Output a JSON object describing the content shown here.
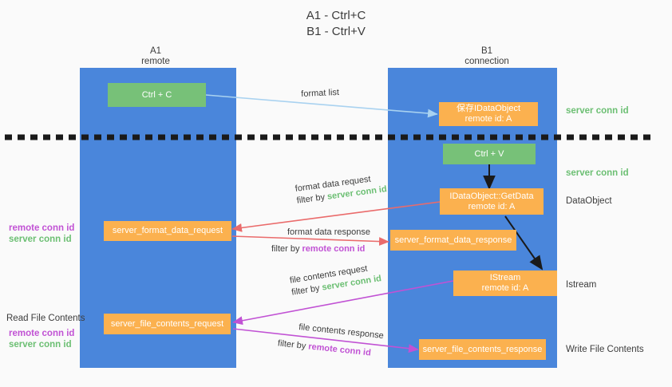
{
  "title": "A1 - Ctrl+C\nB1 - Ctrl+V",
  "columns": {
    "left": {
      "name": "A1",
      "sub": "remote",
      "label": "A1\nremote"
    },
    "right": {
      "name": "B1",
      "sub": "connection",
      "label": "B1\nconnection"
    }
  },
  "colors": {
    "lane": "#4a86db",
    "green_box": "#77c178",
    "orange_box": "#fbb14f",
    "background": "#fafafa",
    "arrow_blue": "#a9d2f0",
    "arrow_red": "#ea6b6b",
    "arrow_magenta": "#c152d4",
    "arrow_black": "#1a1a1a",
    "text_green": "#6cbf73",
    "text_purple": "#c152d4",
    "text_dark": "#3c3c3c",
    "divider": "#1a1a1a"
  },
  "boxes": {
    "ctrl_c": {
      "label": "Ctrl + C"
    },
    "save_idataobject": {
      "label": "保存IDataObject\nremote id: A"
    },
    "ctrl_v": {
      "label": "Ctrl + V"
    },
    "getdata": {
      "label": "IDataObject::GetData\nremote id: A"
    },
    "format_data_request": {
      "label": "server_format_data_request"
    },
    "format_data_response": {
      "label": "server_format_data_response"
    },
    "istream": {
      "label": "IStream\nremote id: A"
    },
    "file_contents_request": {
      "label": "server_file_contents_request"
    },
    "file_contents_response": {
      "label": "server_file_contents_response"
    }
  },
  "edge_labels": {
    "format_list": {
      "text": "format list"
    },
    "format_data_request": {
      "line1": "format data request",
      "line2_prefix": "filter by ",
      "line2_key": "server conn id"
    },
    "format_data_response": {
      "line1": "format data response",
      "line2_prefix": "filter by ",
      "line2_key": "remote conn id"
    },
    "file_contents_request": {
      "line1": "file contents request",
      "line2_prefix": "filter by ",
      "line2_key": "server conn id"
    },
    "file_contents_response": {
      "line1": "file contents response",
      "line2_prefix": "filter by ",
      "line2_key": "remote conn id"
    }
  },
  "side_notes": {
    "right": [
      {
        "text": "server conn id",
        "style": "green"
      },
      {
        "text": "server conn id",
        "style": "green"
      },
      {
        "text": "DataObject",
        "style": "dark"
      },
      {
        "text": "Istream",
        "style": "dark"
      },
      {
        "text": "Write File Contents",
        "style": "dark"
      }
    ],
    "left": [
      {
        "text": "remote conn id",
        "style": "purple"
      },
      {
        "text": "server conn id",
        "style": "green"
      },
      {
        "text": "Read File Contents",
        "style": "dark"
      },
      {
        "text": "remote conn id",
        "style": "purple"
      },
      {
        "text": "server conn id",
        "style": "green"
      }
    ]
  }
}
